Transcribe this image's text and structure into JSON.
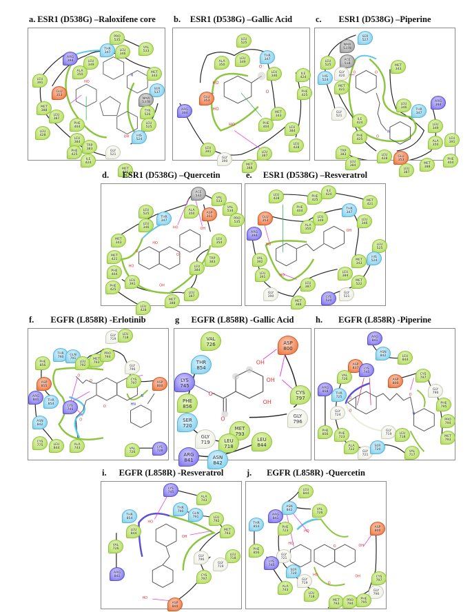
{
  "figure": {
    "panels": [
      {
        "id": "a",
        "letter": "a.",
        "title": "ESR1 (D538G) –Raloxifene core",
        "residues": [
          "PRO 535",
          "VAL 533",
          "THR 347",
          "LEU 346",
          "ARG 394",
          "LEU 349",
          "ALA 350",
          "LEU 391",
          "GLU 353",
          "MET 388",
          "LEU 387",
          "PHE 404",
          "LEU 428",
          "LEU 384",
          "TRP 383",
          "PHE 425",
          "ILE 424",
          "MET 421",
          "MET 343",
          "SER 537",
          "NMA 5378",
          "TYR 526",
          "LEU 525",
          "HIS 524",
          "GLY 521"
        ],
        "ligand_groups": [
          "HO",
          "O",
          "N",
          "S",
          "OH",
          "O"
        ]
      },
      {
        "id": "b",
        "letter": "b.",
        "title": "ESR1 (D538G) –Gallic Acid",
        "residues": [
          "LEU 525",
          "ALA 350",
          "LEU 349",
          "THR 347",
          "LEU 346",
          "ILE 424",
          "PHE 425",
          "GLU 353",
          "ARG 394",
          "MET 343",
          "PHE 404",
          "LEU 384",
          "LEU 428",
          "LEU 391",
          "GLY 390",
          "LEU 387",
          "MET 388"
        ],
        "ligand_groups": [
          "O-",
          "O",
          "HO",
          "HO",
          "HO"
        ]
      },
      {
        "id": "c",
        "letter": "c.",
        "title": "ESR1 (D538G) –Piperine",
        "residues": [
          "SER 527",
          "NMA 5378",
          "LEU 525",
          "ACE 518",
          "GLY 420",
          "HIS 524",
          "MET 421",
          "GLY 521",
          "MET 343",
          "LEU 346",
          "THR 347",
          "ARG 394",
          "ILE 424",
          "PHE 425",
          "LEU 349",
          "ALA 350",
          "LEU 391",
          "TRP 383",
          "LEU 384",
          "LEU 428",
          "GLU 353",
          "MET 388",
          "LEU 387",
          "PHE 404"
        ],
        "ligand_groups": [
          "O",
          "O",
          "O",
          "N"
        ]
      },
      {
        "id": "d",
        "letter": "d.",
        "title": "ESR1 (D538G) –Quercetin",
        "residues": [
          "ACE 532",
          "VAL 533",
          "VAL 534",
          "PRO 535",
          "LEU 525",
          "THR 347",
          "ALA 350",
          "ASP 351",
          "LEU 346",
          "MET 343",
          "LEU 354",
          "MET 421",
          "PHE 404",
          "TRP 383",
          "LEU 384",
          "PHE 425",
          "LEU 391",
          "LEU 387",
          "MET 388",
          "LEU 428"
        ],
        "ligand_groups": [
          "HO",
          "OH",
          "HO",
          "O",
          "O",
          "HO",
          "OH"
        ]
      },
      {
        "id": "e",
        "letter": "e.",
        "title": "ESR1 (D538G) –Resveratrol",
        "residues": [
          "LEU 428",
          "PHE 425",
          "ILE 424",
          "MET 421",
          "PHE 404",
          "GLU 353",
          "LEU 349",
          "THR 347",
          "LEU 346",
          "ALA 350",
          "ARG 394",
          "LEU 525",
          "HIS 524",
          "VAL 392",
          "MET 343",
          "LEU 391",
          "LEU 384",
          "MET 522",
          "LEU 387",
          "GLY 390",
          "GLY 521",
          "LYS 520",
          "MET 388"
        ],
        "ligand_groups": [
          "HO",
          "OH",
          "HO"
        ]
      },
      {
        "id": "f",
        "letter": "f.",
        "title": "EGFR (L858R) -Erlotinib",
        "residues": [
          "GLY 719",
          "LEU 718",
          "THR 790",
          "GLN 791",
          "LEU 792",
          "MET 793",
          "PRO 794",
          "GLY 796",
          "PHE 856",
          "CYS 797",
          "ASP 855",
          "ASP 800",
          "ARG 841",
          "THR 854",
          "LYS 745",
          "ASN 842",
          "CYS 775",
          "LEU 844",
          "ALA 743",
          "VAL 726",
          "LYS 728"
        ],
        "ligand_groups": [
          "O",
          "O",
          "N",
          "N",
          "O",
          "HN",
          "O"
        ]
      },
      {
        "id": "g",
        "letter": "g",
        "title": "EGFR (L858R) -Gallic Acid",
        "residues": [
          "VAL 726",
          "ASP 800",
          "THR 854",
          "LYS 745",
          "CYS 797",
          "PHE 856",
          "GLY 796",
          "SER 720",
          "MET 793",
          "GLY 719",
          "LEU 718",
          "LEU 844",
          "ARG 841",
          "ASN 842"
        ],
        "ligand_groups": [
          "OH",
          "OH",
          "O-",
          "OH",
          "O"
        ]
      },
      {
        "id": "h",
        "letter": "h.",
        "title": "EGFR (L858R) -Piperine",
        "residues": [
          "ARG 841",
          "ASN 842",
          "LEU 844",
          "ASP 837",
          "LYS 745",
          "VAL 726",
          "ASP 800",
          "CYS 797",
          "ARG 858",
          "THR 725",
          "GLY 796",
          "PHE 795",
          "GLY 724",
          "PRO 794",
          "PHE 856",
          "PHE 723",
          "GLY 719",
          "LEU 718",
          "MET 793",
          "ALA 722",
          "GLY 721",
          "SER 720",
          "VAL 717"
        ],
        "ligand_groups": [
          "O",
          "O",
          "O",
          "N"
        ]
      },
      {
        "id": "i",
        "letter": "i.",
        "title": "EGFR (L858R) -Resveratrol",
        "residues": [
          "LYS 745",
          "ALA 743",
          "THR 790",
          "GLN 791",
          "THR 854",
          "LEU 792",
          "LEU 844",
          "MET 793",
          "VAL 726",
          "GLY 796",
          "LEU 718",
          "GLY 719",
          "ARG 841",
          "CYS 797",
          "ASP 800"
        ],
        "ligand_groups": [
          "HO",
          "OH",
          "HO"
        ]
      },
      {
        "id": "j",
        "letter": "j.",
        "title": "EGFR (L858R) -Quercetin",
        "residues": [
          "LEU 844",
          "ASN 842",
          "VAL 726",
          "ARG 841",
          "THR 854",
          "PHE 723",
          "ASP 800",
          "PHE 856",
          "GLY 721",
          "LYS 745",
          "SER 720",
          "CYS 797",
          "GLY 719",
          "ALA 743",
          "GLY 796",
          "LEU 718",
          "MET 793",
          "PRO 794",
          "PHE 795"
        ],
        "ligand_groups": [
          "HO",
          "HO",
          "O",
          "OH",
          "HO",
          "O",
          "OH"
        ]
      }
    ]
  },
  "legend_colors": {
    "hydrophobic": "#a8d84a",
    "polar": "#6cc8ea",
    "positive": "#6f63e8",
    "negative": "#e8652c",
    "glycine": "#e9ecdc",
    "other": "#8e8e8e",
    "h_bond_arrow": "#e040e0",
    "pi_stacking": "#3cb35a",
    "pocket_outline": "#8cc63f",
    "solvent_exposure": "#5bc8ea"
  }
}
